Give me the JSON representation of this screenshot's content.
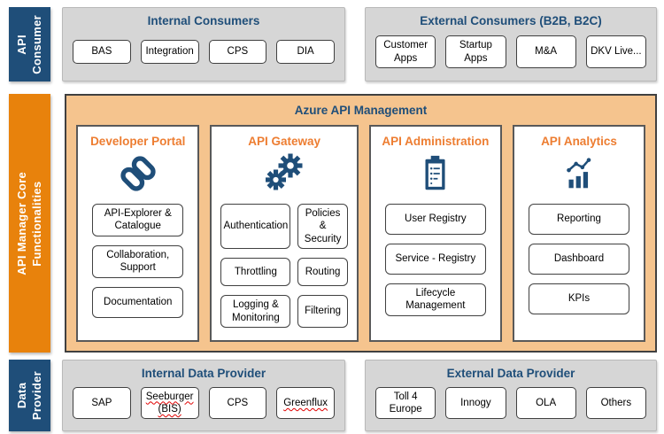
{
  "colors": {
    "navy": "#1F4E79",
    "orange_bar": "#E8820C",
    "orange_title": "#ED7D31",
    "light_orange_bg": "#F5C48E",
    "gray_panel_bg": "#D6D6D6",
    "box_border": "#404040",
    "spellcheck_red": "#E00000"
  },
  "consumer_section": {
    "side_label": {
      "line1": "API",
      "line2": "Consumer"
    },
    "internal": {
      "title": "Internal Consumers",
      "items": [
        {
          "label": "BAS"
        },
        {
          "label": "Integration"
        },
        {
          "label": "CPS"
        },
        {
          "label": "DIA"
        }
      ]
    },
    "external": {
      "title": "External Consumers (B2B, B2C)",
      "items": [
        {
          "label": "Customer Apps"
        },
        {
          "label": "Startup Apps"
        },
        {
          "label": "M&A"
        },
        {
          "label": "DKV Live..."
        }
      ]
    }
  },
  "core_section": {
    "side_label": {
      "line1": "API Manager Core",
      "line2": "Functionalities"
    },
    "title": "Azure API Management",
    "panels": [
      {
        "title": "Developer Portal",
        "icon": "chain-link-icon",
        "layout": "one-col",
        "items": [
          {
            "label": "API-Explorer & Catalogue"
          },
          {
            "label": "Collaboration, Support"
          },
          {
            "label": "Documentation"
          }
        ]
      },
      {
        "title": "API Gateway",
        "icon": "gears-icon",
        "layout": "two-col",
        "items": [
          {
            "label": "Authentication"
          },
          {
            "label": "Policies & Security"
          },
          {
            "label": "Throttling"
          },
          {
            "label": "Routing"
          },
          {
            "label": "Logging & Monitoring"
          },
          {
            "label": "Filtering"
          }
        ]
      },
      {
        "title": "API Administration",
        "icon": "clipboard-icon",
        "layout": "one-col",
        "items": [
          {
            "label": "User Registry"
          },
          {
            "label": "Service - Registry"
          },
          {
            "label": "Lifecycle Management"
          }
        ]
      },
      {
        "title": "API Analytics",
        "icon": "bar-chart-icon",
        "layout": "one-col",
        "items": [
          {
            "label": "Reporting"
          },
          {
            "label": "Dashboard"
          },
          {
            "label": "KPIs"
          }
        ]
      }
    ]
  },
  "provider_section": {
    "side_label": {
      "line1": "Data",
      "line2": "Provider"
    },
    "internal": {
      "title": "Internal Data Provider",
      "items": [
        {
          "label": "SAP"
        },
        {
          "label": "Seeburger (BIS)",
          "spellcheck_underline": true
        },
        {
          "label": "CPS"
        },
        {
          "label": "Greenflux",
          "spellcheck_underline": true
        }
      ]
    },
    "external": {
      "title": "External Data Provider",
      "items": [
        {
          "label": "Toll 4 Europe"
        },
        {
          "label": "Innogy"
        },
        {
          "label": "OLA"
        },
        {
          "label": "Others"
        }
      ]
    }
  }
}
